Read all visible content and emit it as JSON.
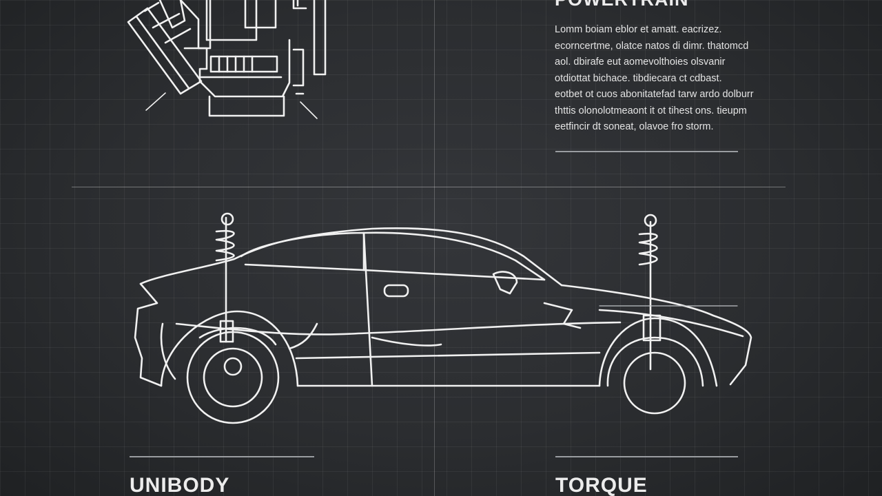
{
  "headings": {
    "powertrain": "POWERTRAIN",
    "unibody": "UNIBODY",
    "torque": "TORQUE"
  },
  "description_lines": [
    "Lomm boiam eblor et amatt. eacrizez.",
    "ecorncertme, olatce natos di dimr. thatomcd",
    "aol. dbirafe eut aomevolthoies olsvanir",
    "otdiottat bichace. tibdiecara ct cdbast.",
    "eotbet ot cuos abonitatefad tarw ardo dolburr",
    "thttis olonolotmeaont it ot tihest ons. tieupm",
    "eetfincir dt soneat, olavoe fro storm."
  ],
  "icons": {
    "engine": "engine-sketch-icon",
    "car": "car-sketch-icon",
    "front_spring": "coil-spring-icon",
    "rear_spring": "coil-spring-icon"
  },
  "colors": {
    "background": "#2a2c2f",
    "line": "#f1f1f1",
    "rule": "#9a9da1"
  }
}
